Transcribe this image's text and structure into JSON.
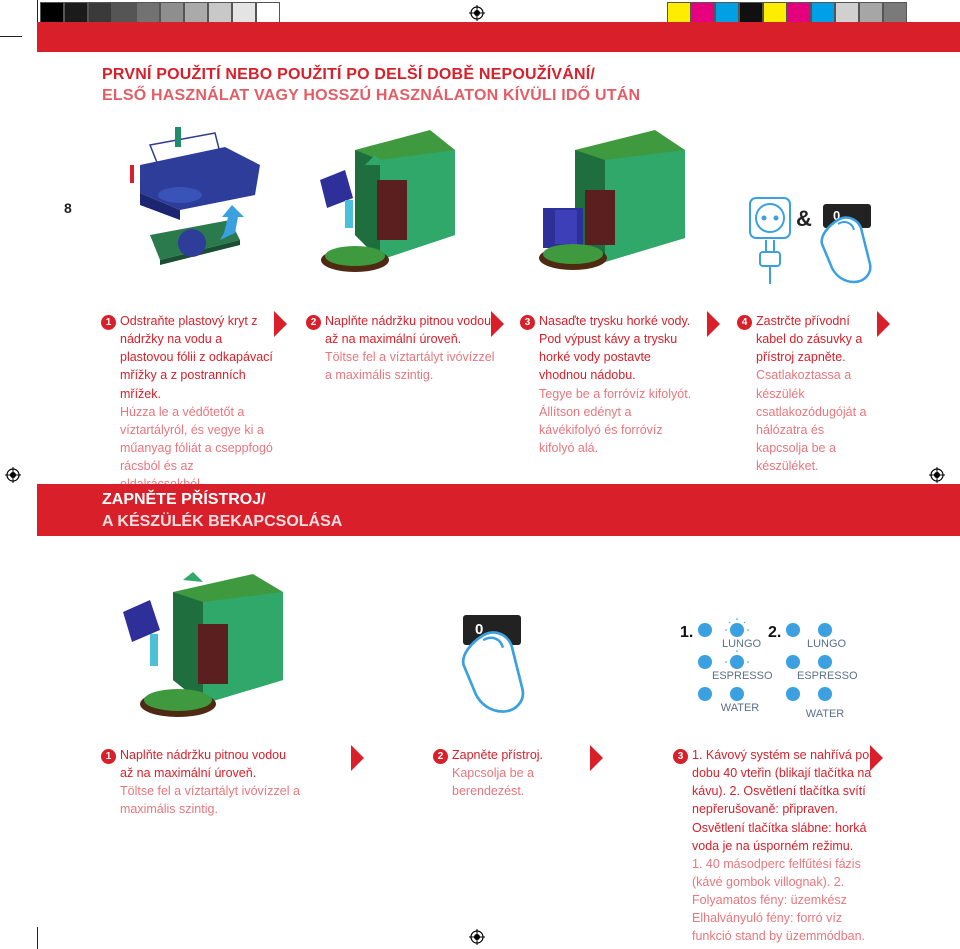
{
  "page_number": "8",
  "section1": {
    "title_cz": "PRVNÍ POUŽITÍ NEBO POUŽITÍ PO DELŠÍ DOBĚ NEPOUŽÍVÁNÍ/",
    "title_hu": "ELSŐ HASZNÁLAT VAGY HOSSZÚ HASZNÁLATON KÍVÜLI IDŐ UTÁN",
    "steps": [
      {
        "num": "1",
        "cz": "Odstraňte plastový kryt z nádržky na vodu a plastovou fólii z odkapávací mřížky a z postranních mřížek.",
        "hu": "Húzza le a védőtetőt a víztartályról, és vegye ki a műanyag fóliát a cseppfogó rácsból és az oldalrácsokból."
      },
      {
        "num": "2",
        "cz": "Naplňte nádržku pitnou vodou až na maximální úroveň.",
        "hu": "Töltse fel a víztartályt ivóvízzel a maximális szintig."
      },
      {
        "num": "3",
        "cz": "Nasaďte trysku horké vody. Pod výpust kávy a trysku horké vody postavte vhodnou nádobu.",
        "hu": "Tegye be a forróvíz kifolyót. Állítson edényt a kávékifolyó és forróvíz kifolyó alá."
      },
      {
        "num": "4",
        "cz": "Zastrčte přívodní kabel do zásuvky a přístroj zapněte.",
        "hu": "Csatlakoztassa a készülék csatlakozódugóját a hálózatra és kapcsolja be a készüléket."
      }
    ],
    "ampersand": "&",
    "switch_label": "0"
  },
  "section2": {
    "title_cz": "ZAPNĚTE PŘÍSTROJ/",
    "title_hu": "A KÉSZÜLÉK BEKAPCSOLÁSA",
    "switch_label": "0",
    "panel1": {
      "num": "1.",
      "lungo": "LUNGO",
      "espresso": "ESPRESSO",
      "water": "WATER"
    },
    "panel2": {
      "num": "2.",
      "lungo": "LUNGO",
      "espresso": "ESPRESSO",
      "water": "WATER"
    },
    "steps": [
      {
        "num": "1",
        "cz": "Naplňte nádržku pitnou vodou až na maximální úroveň.",
        "hu": "Töltse fel a víztartályt ivóvízzel a maximális szintig."
      },
      {
        "num": "2",
        "cz": "Zapněte přístroj.",
        "hu": "Kapcsolja be a berendezést."
      },
      {
        "num": "3",
        "cz": "1. Kávový systém se nahřívá po dobu 40 vteřin (blikají tlačítka na kávu). 2. Osvětlení tlačítka svítí nepřerušovaně: připraven. Osvětlení tlačítka slábne: horká voda je na úsporném režimu.",
        "hu": "1. 40 másodperc felfűtési fázis (kávé gombok villognak). 2. Folyamatos fény: üzemkész Elhalványuló fény: forró víz funkció stand by üzemmódban."
      }
    ]
  },
  "colors": {
    "brand_red": "#d81f2a",
    "light_red": "#e8767d",
    "ink_gray": "#5b6f8c",
    "button_blue": "#3aa0e0"
  },
  "swatches_left": [
    "#000000",
    "#1b1b1b",
    "#3a3a3a",
    "#555555",
    "#727272",
    "#8e8e8e",
    "#aaaaaa",
    "#c8c8c8",
    "#e4e4e4",
    "#ffffff"
  ],
  "swatches_right": [
    "#ffec00",
    "#e6007e",
    "#00a0e3",
    "#101010",
    "#ffed00",
    "#e4007c",
    "#00a0e9",
    "#d0d0d0",
    "#a6a6a6",
    "#7a7a7a"
  ]
}
